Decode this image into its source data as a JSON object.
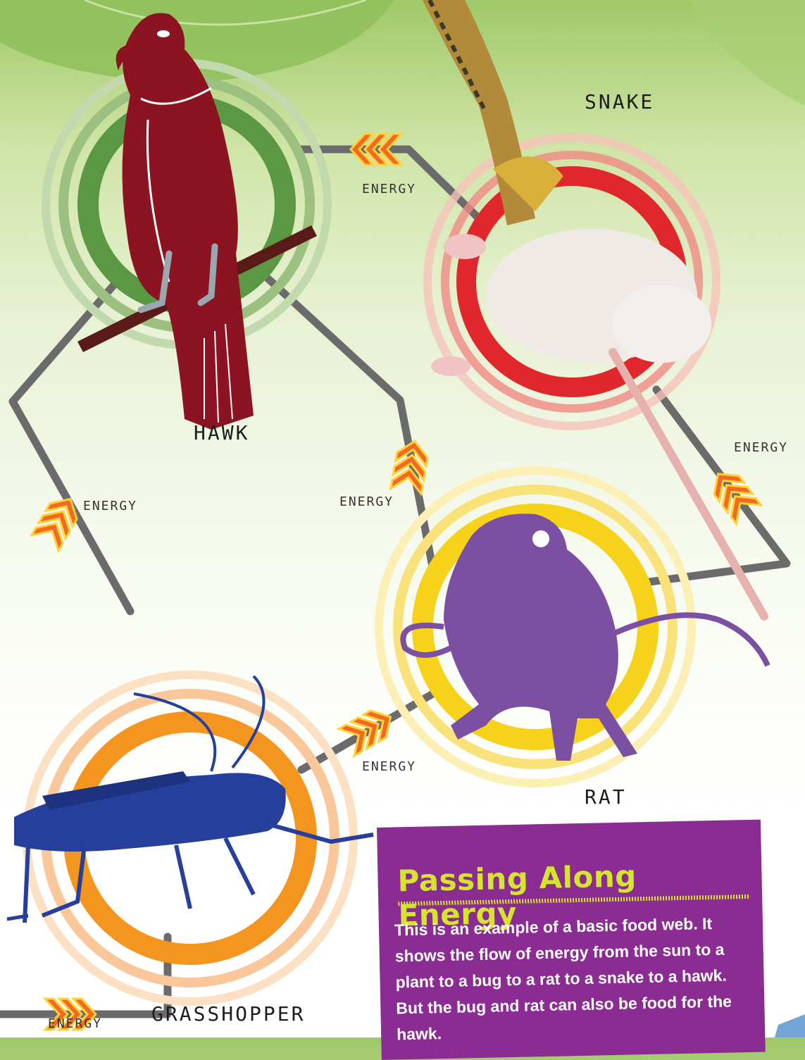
{
  "animals": {
    "hawk": "HAWK",
    "snake": "SNAKE",
    "rat": "RAT",
    "grasshopper": "GRASSHOPPER"
  },
  "energy_label": "ENERGY",
  "colors": {
    "hawk": "#8c1322",
    "hawk_ring": "#5b9844",
    "snake_ring": "#e0272b",
    "rat": "#7b4fa2",
    "rat_ring": "#f7d21b",
    "grasshopper": "#253f9a",
    "grasshopper_ring": "#f49520",
    "connector": "#6b6b6b",
    "arrow": "#f26a21",
    "infobox": "#8a2c91",
    "infobox_title": "#d6e42f"
  },
  "infobox": {
    "title": "Passing Along Energy",
    "text": "This is an example of a basic food web.  It shows the flow of energy from the sun to a plant to a bug to a rat to a snake to a hawk.  But the bug and rat can also be food for the hawk."
  }
}
